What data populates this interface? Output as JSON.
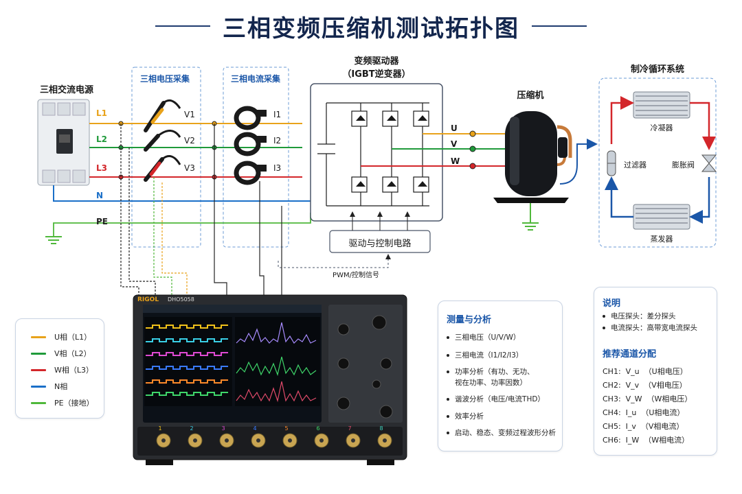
{
  "title": "三相变频压缩机测试拓扑图",
  "power_source": {
    "label": "三相交流电源"
  },
  "phases": {
    "l1": "L1",
    "l2": "L2",
    "l3": "L3",
    "n": "N",
    "pe": "PE"
  },
  "voltage_group": {
    "label": "三相电压采集",
    "probes": [
      "V1",
      "V2",
      "V3"
    ]
  },
  "current_group": {
    "label": "三相电流采集",
    "probes": [
      "I1",
      "I2",
      "I3"
    ]
  },
  "inverter": {
    "label_line1": "变频驱动器",
    "label_line2": "（IGBT逆变器）",
    "outputs": [
      "U",
      "V",
      "W"
    ]
  },
  "driver": {
    "label": "驱动与控制电路"
  },
  "pwm": {
    "label": "PWM/控制信号"
  },
  "compressor": {
    "label": "压缩机"
  },
  "refrigeration": {
    "label": "制冷循环系统",
    "condenser": "冷凝器",
    "filter": "过滤器",
    "valve": "膨胀阀",
    "evaporator": "蒸发器"
  },
  "oscilloscope": {
    "brand": "RIGOL",
    "model": "DHO5058",
    "channels": [
      "1",
      "2",
      "3",
      "4",
      "5",
      "6",
      "7",
      "8"
    ]
  },
  "legend": [
    {
      "label": "U相（L1）",
      "color": "#e8a21a"
    },
    {
      "label": "V相（L2）",
      "color": "#1f9a3a"
    },
    {
      "label": "W相（L3）",
      "color": "#d3262a"
    },
    {
      "label": "N相",
      "color": "#1a6fc8"
    },
    {
      "label": "PE（接地）",
      "color": "#4fb83a"
    }
  ],
  "measurement": {
    "title": "测量与分析",
    "items": [
      "三相电压（U/V/W）",
      "三相电流（I1/I2/I3）",
      "功率分析（有功、无功、",
      "视在功率、功率因数）",
      "谐波分析（电压/电流THD）",
      "效率分析",
      "启动、稳态、变频过程波形分析"
    ]
  },
  "notes": {
    "title": "说明",
    "items": [
      "电压探头：差分探头",
      "电流探头：高带宽电流探头"
    ],
    "channel_title": "推荐通道分配",
    "channels": [
      "CH1:  V_u  （U相电压）",
      "CH2:  V_v  （V相电压）",
      "CH3:  V_W  （W相电压）",
      "CH4:  I_u  （U相电流）",
      "CH5:  I_v  （V相电流）",
      "CH6:  I_W  （W相电流）"
    ]
  },
  "colors": {
    "l1": "#e8a21a",
    "l2": "#1f9a3a",
    "l3": "#d3262a",
    "n": "#1a6fc8",
    "pe": "#4fb83a",
    "accent": "#1a56a8"
  }
}
